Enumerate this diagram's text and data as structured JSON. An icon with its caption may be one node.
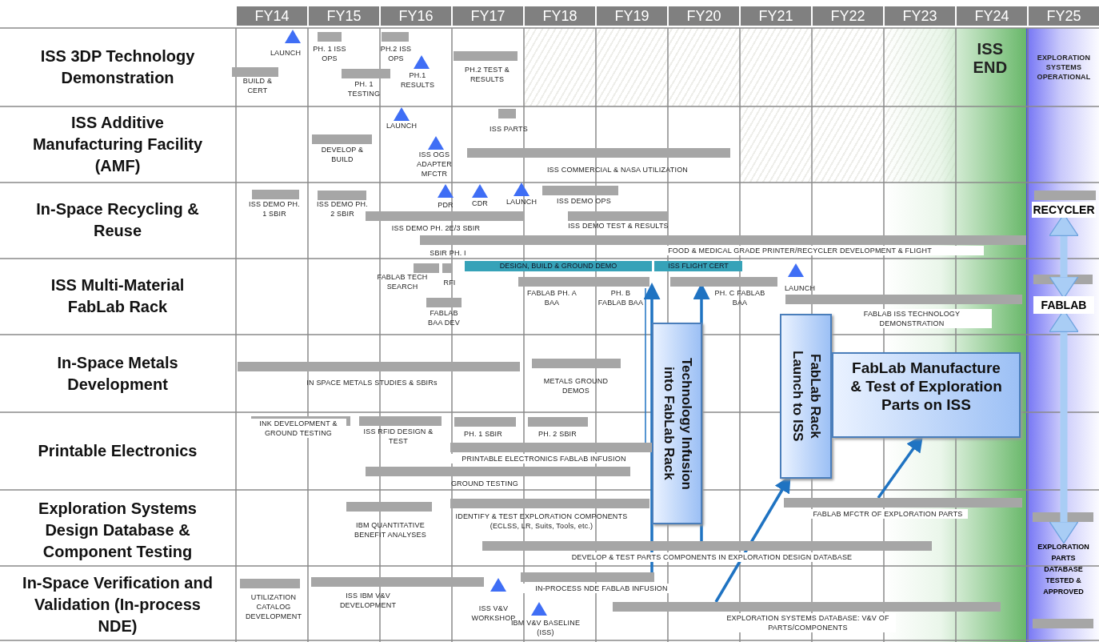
{
  "diagram": {
    "nodes": [
      {
        "text": [
          "RECYCLER"
        ]
      },
      {
        "text": [
          "DESIGN, BUILD & GROUND DEMO"
        ]
      },
      {
        "text": [
          "ISS FLIGHT CERT"
        ]
      },
      {
        "text": [],
        "shape": "bar",
        "beside": [
          "FABLAB PH. A BAA",
          "PH. B FABLAB BAA"
        ]
      },
      {
        "text": [],
        "shape": "bar",
        "beside": [
          "PH. C FABLAB BAA"
        ]
      },
      {
        "text": [
          "FABLAB"
        ]
      },
      {
        "text": [
          "Technology Infusion into FabLab Rack"
        ]
      },
      {
        "text": [
          "FabLab Rack Launch to ISS"
        ]
      },
      {
        "text": [
          "FabLab Manufacture & Test of Exploration Parts on ISS"
        ]
      },
      {
        "text": [],
        "shape": "bar",
        "beside": [
          "PRINTABLE ELECTRONICS FABLAB INFUSION"
        ]
      },
      {
        "text": [],
        "shape": "bar",
        "beside": [
          "FABLAB MFCTR OF EXPLORATION PARTS"
        ]
      },
      {
        "text": [
          "EXPLORATION PARTS DATABASE TESTED & APPROVED"
        ]
      },
      {
        "text": [],
        "shape": "bar",
        "beside": [
          "DEVELOP & TEST PARTS COMPONENTS IN EXPLORATION DESIGN DATABASE"
        ]
      },
      {
        "text": [],
        "shape": "bar",
        "beside": [
          "IN-PROCESS NDE FABLAB INFUSION"
        ]
      },
      {
        "text": [],
        "shape": "bar",
        "beside": [
          "EXPLORATION SYSTEMS DATABASE: V&V OF PARTS/COMPONENTS"
        ]
      }
    ],
    "edges": [
      {
        "from": 13,
        "to": 3,
        "arrow": "to"
      },
      {
        "from": 9,
        "to": 3,
        "arrow": "none"
      },
      {
        "from": 12,
        "to": 4,
        "arrow": "to"
      },
      {
        "from": 14,
        "to": 7,
        "arrow": "to"
      },
      {
        "from": 10,
        "to": 8,
        "arrow": "to"
      },
      {
        "from": 0,
        "to": 5,
        "arrow": "both",
        "style": "thick",
        "color": "#a9cdf5"
      },
      {
        "from": 5,
        "to": 11,
        "arrow": "both",
        "style": "thick",
        "color": "#a9cdf5"
      }
    ],
    "labels": [
      "FY14",
      "FY15",
      "FY16",
      "FY17",
      "FY18",
      "FY19",
      "FY20",
      "FY21",
      "FY22",
      "FY23",
      "FY24",
      "FY25",
      "ISS 3DP Technology Demonstration",
      "LAUNCH",
      "PH. 1 ISS OPS",
      "PH.2 ISS OPS",
      "BUILD & CERT",
      "PH. 1 TESTING",
      "PH.1 RESULTS",
      "PH.2 TEST & RESULTS",
      "ISS END",
      "EXPLORATION SYSTEMS OPERATIONAL",
      "ISS Additive Manufacturing Facility (AMF)",
      "LAUNCH",
      "ISS PARTS",
      "DEVELOP & BUILD",
      "ISS OGS ADAPTER MFCTR",
      "ISS COMMERCIAL & NASA UTILIZATION",
      "In-Space Recycling & Reuse",
      "ISS DEMO PH. 1 SBIR",
      "ISS DEMO PH. 2 SBIR",
      "PDR",
      "CDR",
      "LAUNCH",
      "ISS DEMO OPS",
      "ISS DEMO PH. 2E/3 SBIR",
      "ISS DEMO TEST & RESULTS",
      "SBIR PH. I",
      "FOOD & MEDICAL GRADE PRINTER/RECYCLER DEVELOPMENT & FLIGHT",
      "ISS Multi-Material FabLab Rack",
      "FABLAB TECH SEARCH",
      "RFI",
      "LAUNCH",
      "FABLAB BAA DEV",
      "FABLAB ISS TECHNOLOGY DEMONSTRATION",
      "In-Space Metals Development",
      "IN SPACE METALS STUDIES & SBIRs",
      "METALS GROUND DEMOS",
      "Printable Electronics",
      "INK DEVELOPMENT & GROUND TESTING",
      "ISS RFID DESIGN & TEST",
      "PH. 1 SBIR",
      "PH. 2 SBIR",
      "GROUND TESTING",
      "Exploration Systems Design Database & Component Testing",
      "IBM QUANTITATIVE BENEFIT ANALYSES",
      "IDENTIFY & TEST EXPLORATION COMPONENTS (ECLSS, LR, Suits, Tools, etc.)",
      "In-Space Verification and Validation (In-process NDE)",
      "UTILIZATION CATALOG DEVELOPMENT",
      "ISS IBM V&V DEVELOPMENT",
      "ISS V&V WORKSHOP",
      "IBM V&V BASELINE (ISS)"
    ]
  }
}
